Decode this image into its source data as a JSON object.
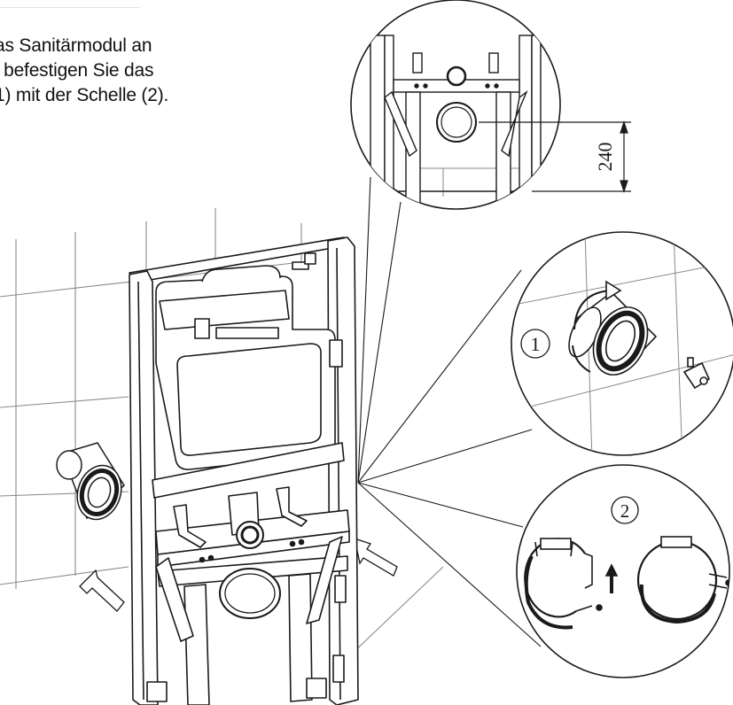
{
  "instructions": {
    "lines": [
      "as Sanitärmodul an",
      "l befestigen Sie das",
      "1) mit der Schelle (2)."
    ]
  },
  "detail_top": {
    "dimension_label": "240"
  },
  "detail_right_top": {
    "callout": "1"
  },
  "detail_right_bottom": {
    "callout": "2"
  },
  "colors": {
    "line": "#1a1a1a",
    "grey": "#8a8a8a"
  }
}
